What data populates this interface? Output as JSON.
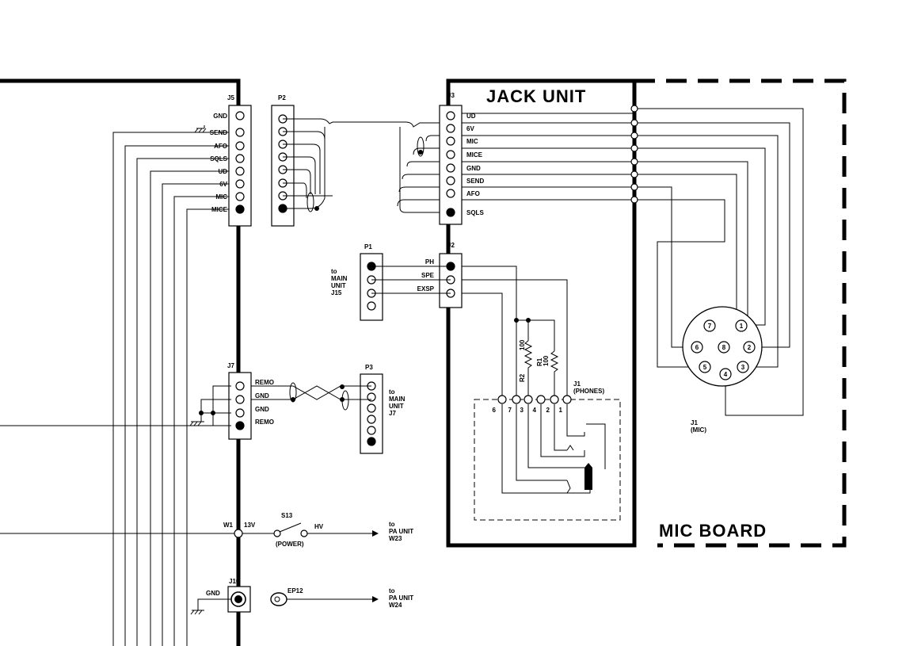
{
  "title_jack": "JACK UNIT",
  "title_mic": "MIC BOARD",
  "j5": {
    "label": "J5",
    "pins": [
      "GND",
      "SEND",
      "AFO",
      "SQLS",
      "UD",
      "6V",
      "MIC",
      "MICE"
    ]
  },
  "p2": {
    "label": "P2"
  },
  "j3": {
    "label": "J3",
    "pins": [
      "UD",
      "6V",
      "MIC",
      "MICE",
      "GND",
      "SEND",
      "AFO",
      "SQLS"
    ]
  },
  "p1": {
    "label": "P1",
    "to": [
      "to",
      "MAIN",
      "UNIT",
      "J15"
    ]
  },
  "j2": {
    "label": "J2",
    "pins": [
      "PH",
      "SPE",
      "EXSP"
    ]
  },
  "j7": {
    "label": "J7",
    "pins": [
      "REMO",
      "GND",
      "GND",
      "REMO"
    ]
  },
  "p3": {
    "label": "P3",
    "to": [
      "to",
      "MAIN",
      "UNIT",
      "J7"
    ]
  },
  "phones": {
    "label": "J1",
    "sub": "(PHONES)",
    "pins": [
      "6",
      "7",
      "3",
      "4",
      "2",
      "1"
    ]
  },
  "r1": {
    "name": "R1",
    "value": "100"
  },
  "r2": {
    "name": "R2",
    "value": "100"
  },
  "micjack": {
    "label": "J1",
    "sub": "(MIC)",
    "pins": [
      "7",
      "1",
      "6",
      "8",
      "2",
      "5",
      "4",
      "3"
    ]
  },
  "w1": {
    "label": "W1",
    "voltage": "13V"
  },
  "s13": {
    "label": "S13",
    "sub": "(POWER)",
    "hv": "HV",
    "to": [
      "to",
      "PA UNIT",
      "W23"
    ]
  },
  "j10": {
    "label": "J10",
    "gnd": "GND"
  },
  "ep12": {
    "label": "EP12",
    "to": [
      "to",
      "PA UNIT",
      "W24"
    ]
  }
}
